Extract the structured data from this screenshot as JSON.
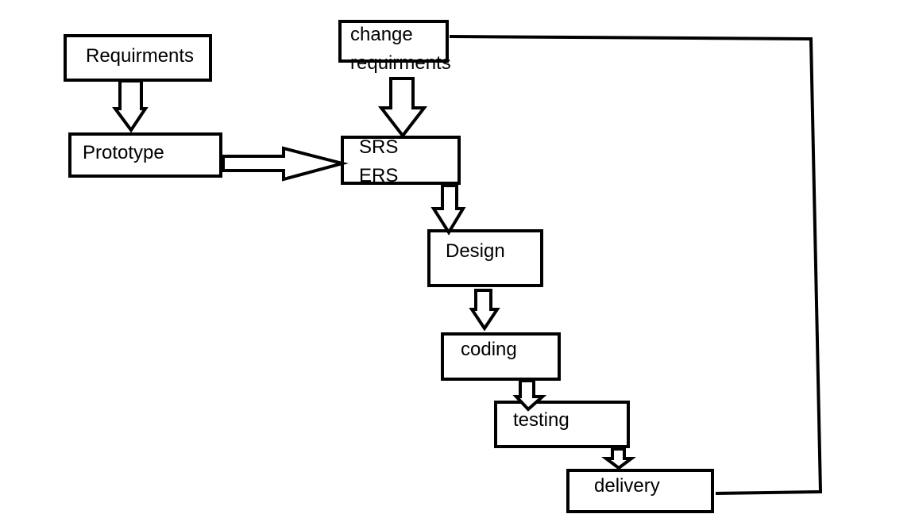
{
  "diagram": {
    "boxes": {
      "requirements": "Requirments",
      "prototype": "Prototype",
      "change_line1": "change",
      "change_line2": "requirments",
      "srs": "SRS",
      "ers": "ERS",
      "design": "Design",
      "coding": "coding",
      "testing": "testing",
      "delivery": "delivery"
    },
    "colors": {
      "stroke": "#000000",
      "fill": "#ffffff"
    }
  }
}
